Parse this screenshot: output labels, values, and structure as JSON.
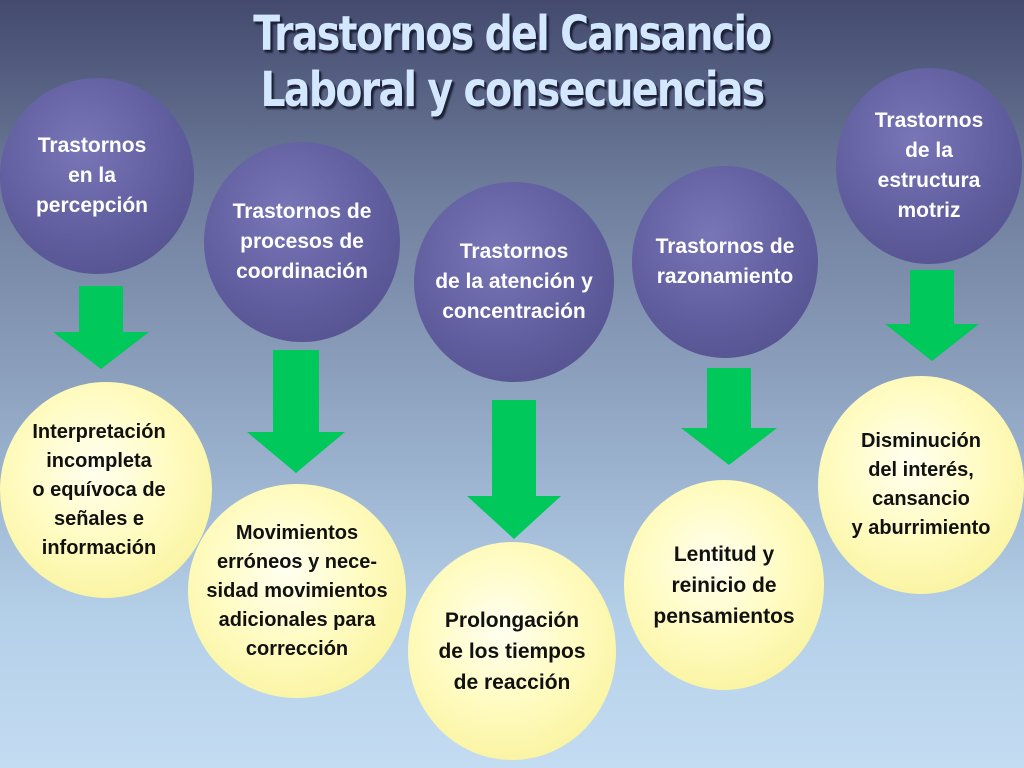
{
  "title": {
    "line1": "Trastornos del Cansancio",
    "line2": "Laboral y consecuencias"
  },
  "colors": {
    "cause_circle": "#5f5d9d",
    "effect_circle": "#fffbbf",
    "arrow": "#00c85a",
    "title_text": "#d3e8ff"
  },
  "causes": [
    {
      "lines": [
        "Trastornos",
        "en la",
        "percepción"
      ]
    },
    {
      "lines": [
        "Trastornos de",
        "procesos de",
        "coordinación"
      ]
    },
    {
      "lines": [
        "Trastornos",
        "de la atención y",
        "concentración"
      ]
    },
    {
      "lines": [
        "Trastornos de",
        "razonamiento"
      ]
    },
    {
      "lines": [
        "Trastornos",
        "de la",
        "estructura",
        "motriz"
      ]
    }
  ],
  "effects": [
    {
      "lines": [
        "Interpretación",
        "incompleta",
        "o equívoca de",
        "señales e",
        "información"
      ]
    },
    {
      "lines": [
        "Movimientos",
        "erróneos y nece-",
        "sidad movimientos",
        "adicionales para",
        "corrección"
      ]
    },
    {
      "lines": [
        "Prolongación",
        "de los tiempos",
        "de reacción"
      ]
    },
    {
      "lines": [
        "Lentitud y",
        "reinicio de",
        "pensamientos"
      ]
    },
    {
      "lines": [
        "Disminución",
        "del interés,",
        "cansancio",
        "y aburrimiento"
      ]
    }
  ]
}
